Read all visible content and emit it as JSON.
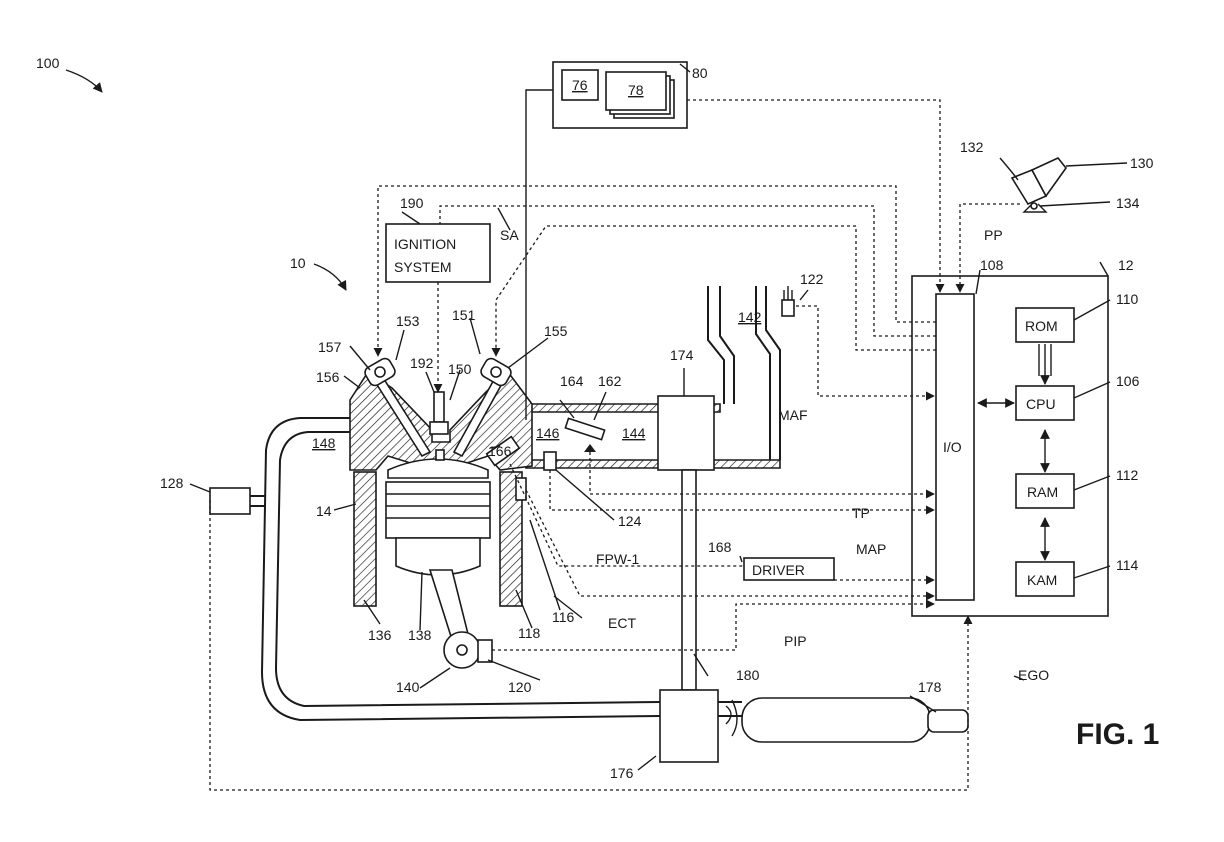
{
  "labels": {
    "fig": "FIG. 1",
    "system_ref": "100",
    "engine_ref": "10",
    "controller_ref": "12",
    "cylinder_ref": "14",
    "ignition_ref": "190",
    "ignition_line1": "IGNITION",
    "ignition_line2": "SYSTEM",
    "sa": "SA",
    "pp": "PP",
    "io": "I/O",
    "rom": "ROM",
    "cpu": "CPU",
    "ram": "RAM",
    "kam": "KAM",
    "driver": "DRIVER",
    "maf": "MAF",
    "tp": "TP",
    "map": "MAP",
    "fpw": "FPW-1",
    "ect": "ECT",
    "pip": "PIP",
    "ego": "EGO",
    "r76": "76",
    "r78": "78",
    "r80": "80",
    "r106": "106",
    "r108": "108",
    "r110": "110",
    "r112": "112",
    "r114": "114",
    "r116": "116",
    "r118": "118",
    "r120": "120",
    "r122": "122",
    "r124": "124",
    "r128": "128",
    "r130": "130",
    "r132": "132",
    "r134": "134",
    "r136": "136",
    "r138": "138",
    "r140": "140",
    "r142": "142",
    "r144": "144",
    "r146": "146",
    "r148": "148",
    "r150": "150",
    "r151": "151",
    "r153": "153",
    "r155": "155",
    "r156": "156",
    "r157": "157",
    "r162": "162",
    "r164": "164",
    "r166": "166",
    "r168": "168",
    "r174": "174",
    "r176": "176",
    "r178": "178",
    "r180": "180",
    "r192": "192"
  }
}
